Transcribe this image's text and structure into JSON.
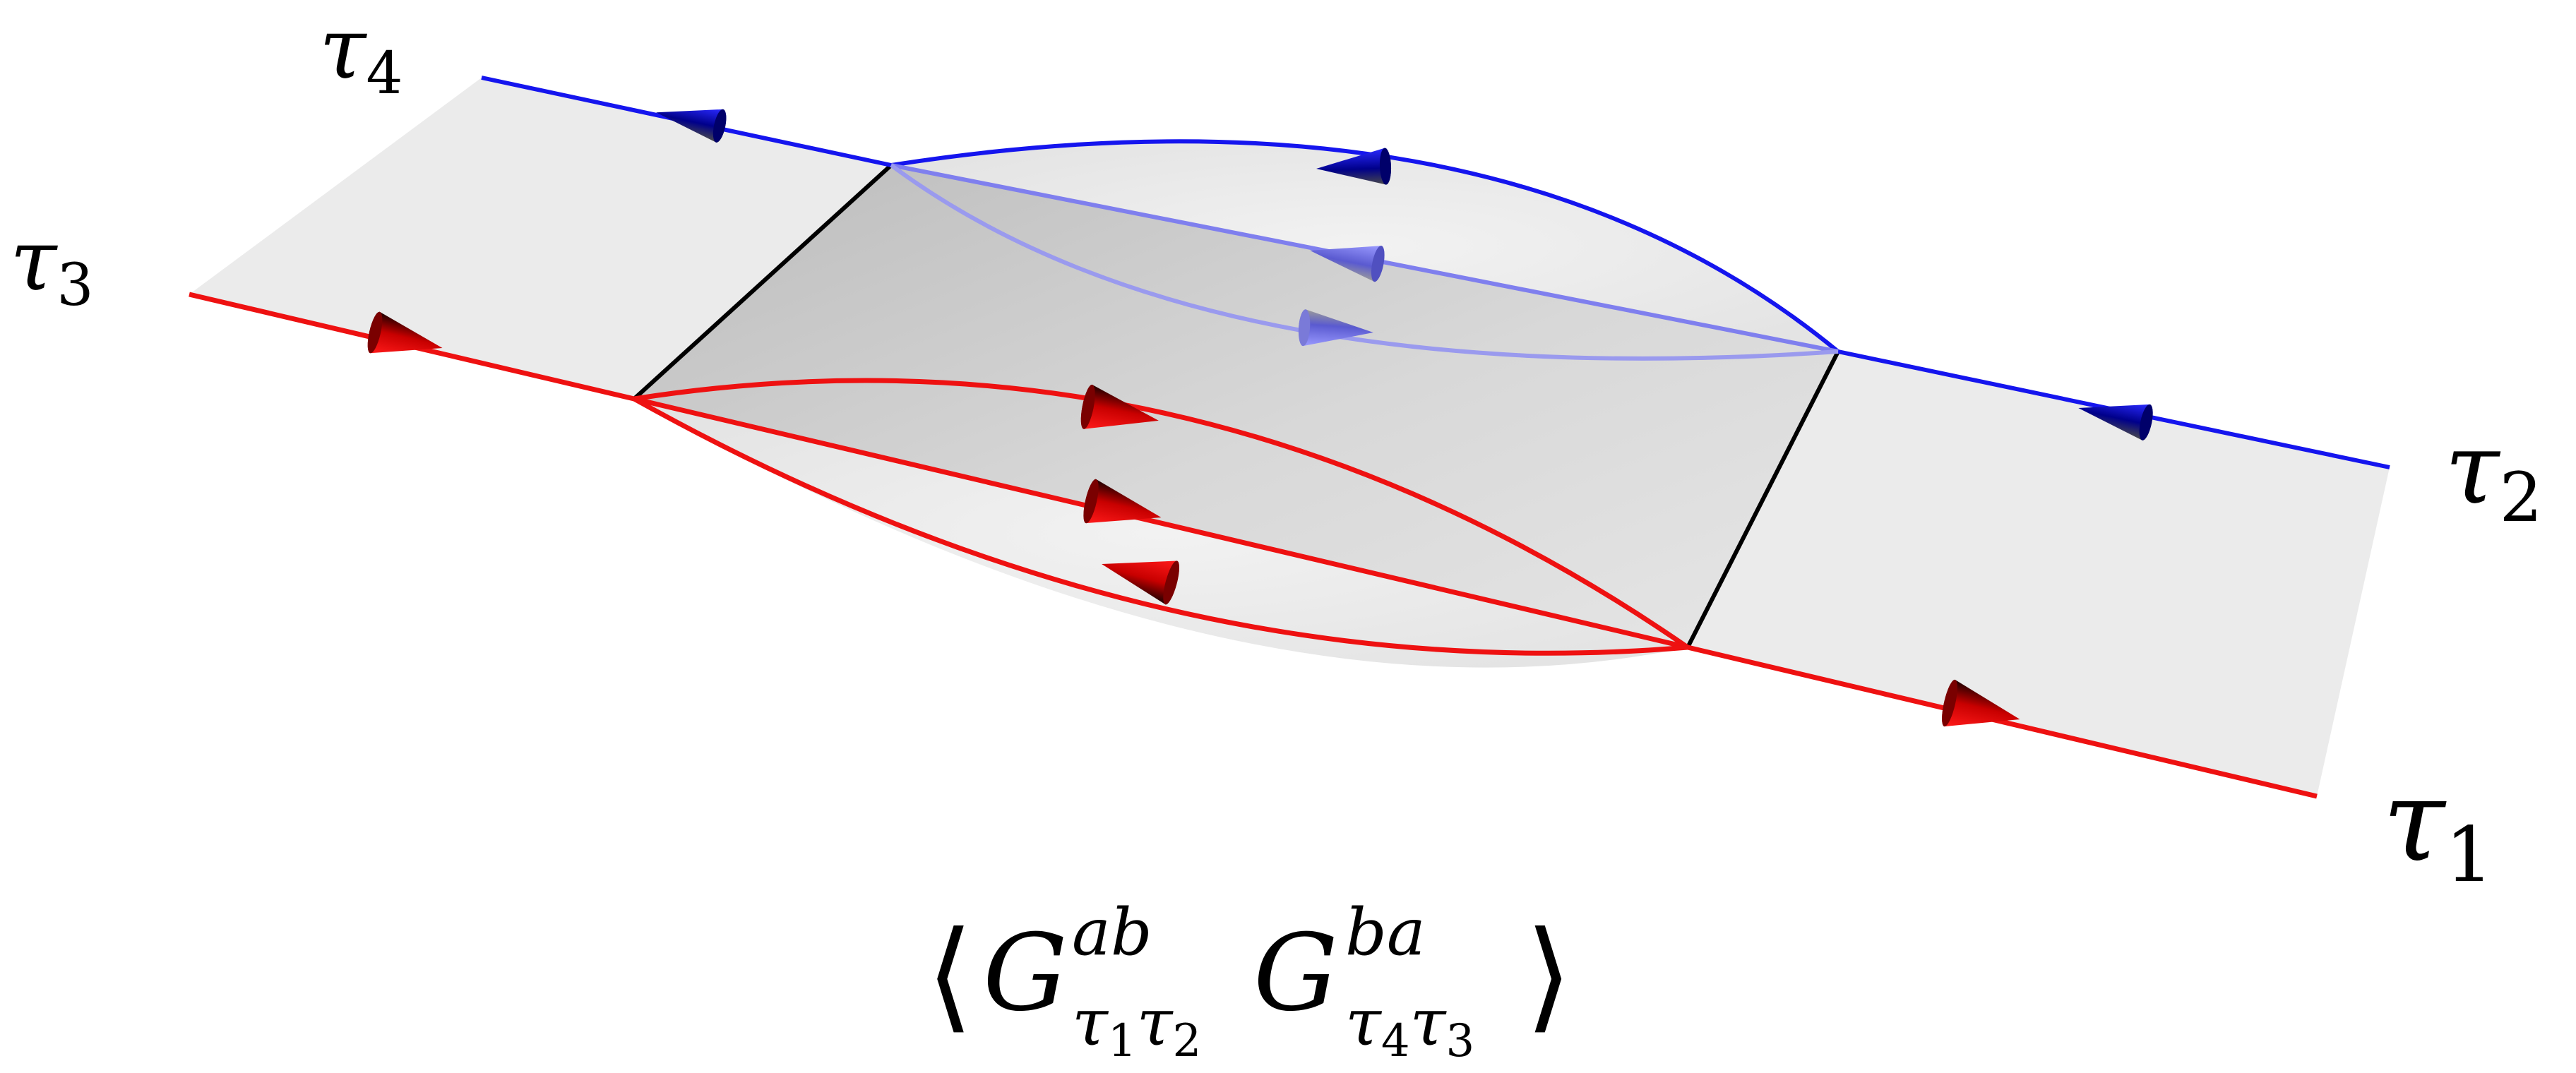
{
  "labels": {
    "tau1": {
      "sym": "τ",
      "idx": "1"
    },
    "tau2": {
      "sym": "τ",
      "idx": "2"
    },
    "tau3": {
      "sym": "τ",
      "idx": "3"
    },
    "tau4": {
      "sym": "τ",
      "idx": "4"
    }
  },
  "formula": {
    "open": "⟨",
    "g1": "G",
    "g1_sup": "ab",
    "g1_sub_a": "τ",
    "g1_sub_a_idx": "1",
    "g1_sub_b": "τ",
    "g1_sub_b_idx": "2",
    "g2": "G",
    "g2_sup": "ba",
    "g2_sub_a": "τ",
    "g2_sub_a_idx": "4",
    "g2_sub_b": "τ",
    "g2_sub_b_idx": "3",
    "close": "⟩"
  },
  "colors": {
    "blue_line": "#1515ee",
    "blue_faded": "#7f7fee",
    "red_line": "#ee1111",
    "black_edge": "#000000",
    "sheet": "#ebebeb",
    "sheet_dark": "#c4c4c4"
  }
}
